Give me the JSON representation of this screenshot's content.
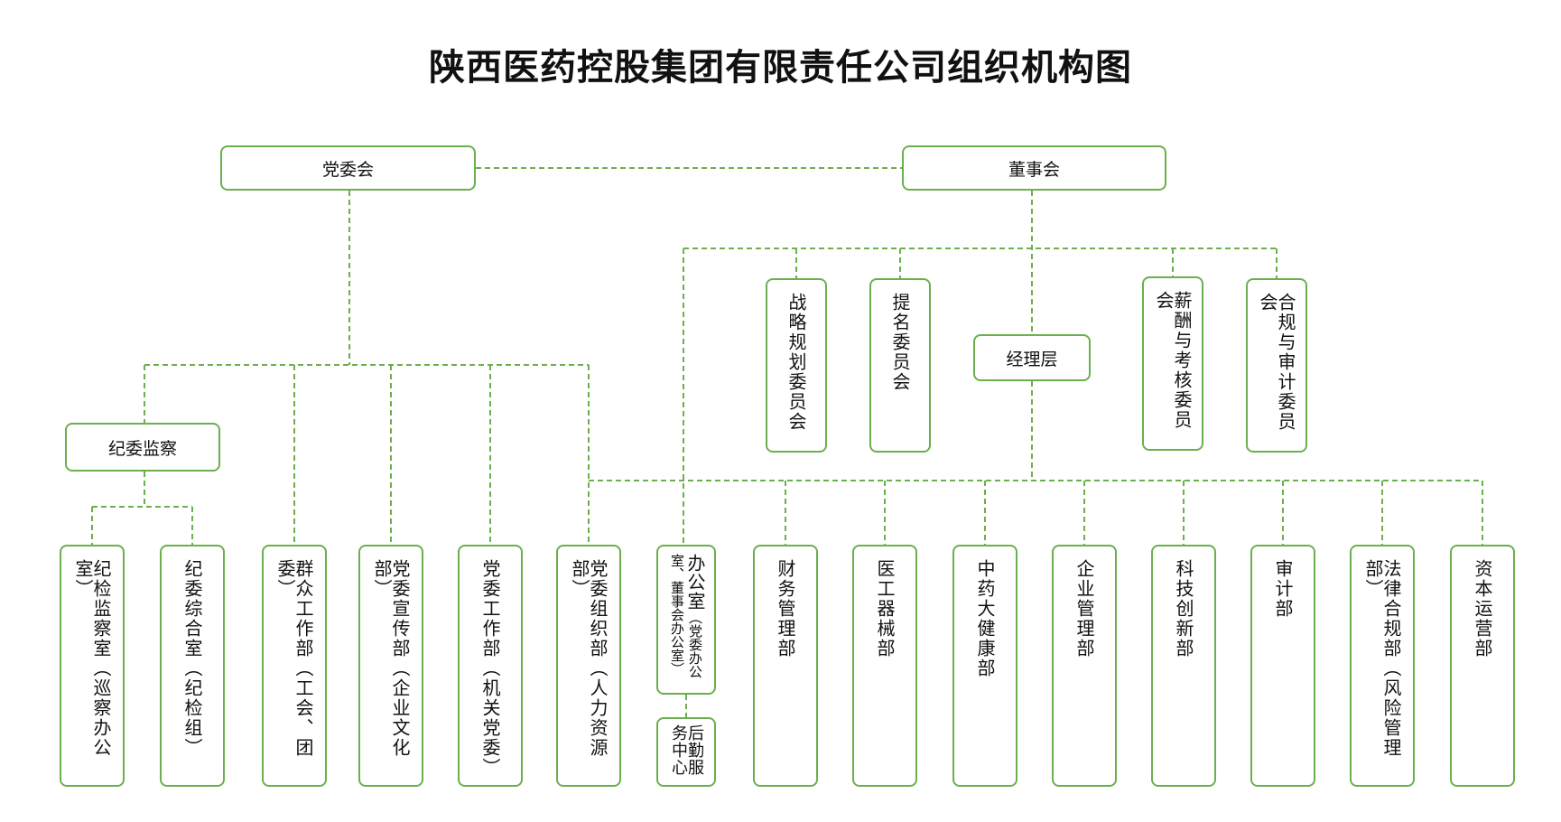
{
  "title": "陕西医药控股集团有限责任公司组织机构图",
  "colors": {
    "border": "#6ab04c",
    "connector": "#6ab04c",
    "text": "#111111"
  },
  "top": {
    "party_committee": "党委会",
    "board": "董事会",
    "discipline": "纪委监察",
    "management": "经理层"
  },
  "board_committees": [
    "战略规划委员会",
    "提名委员会",
    "薪酬与考核委员会",
    "合规与审计委员会"
  ],
  "departments": [
    "纪检监察室（巡察办公室）",
    "纪委综合室（纪检组）",
    "群众工作部（工会、团委）",
    "党委宣传部（企业文化部）",
    "党委工作部（机关党委）",
    "党委组织部（人力资源部）",
    "办公室（党委办公室、董事会办公室）",
    "财务管理部",
    "医工器械部",
    "中药大健康部",
    "企业管理部",
    "科技创新部",
    "审计部",
    "法律合规部（风险管理部）",
    "资本运营部"
  ],
  "office_main": "办公室",
  "office_sub": "（党委办公室、董事会办公室）",
  "logistics": "后勤服务中心"
}
